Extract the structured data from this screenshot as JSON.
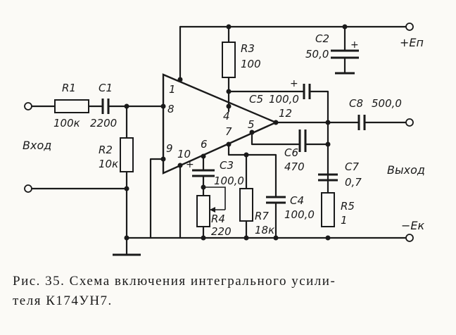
{
  "components": {
    "r1": {
      "ref": "R1",
      "value": "100к"
    },
    "c1": {
      "ref": "C1",
      "value": "2200"
    },
    "r2": {
      "ref": "R2",
      "value": "10к"
    },
    "r3": {
      "ref": "R3",
      "value": "100"
    },
    "c2": {
      "ref": "C2",
      "value": "50,0"
    },
    "c5": {
      "ref": "C5",
      "value": "100,0"
    },
    "c8": {
      "ref": "C8",
      "value": "500,0"
    },
    "c6": {
      "ref": "C6",
      "value": "470"
    },
    "c7": {
      "ref": "C7",
      "value": "0,7"
    },
    "r5": {
      "ref": "R5",
      "value": "1"
    },
    "c3": {
      "ref": "C3",
      "value": "100,0"
    },
    "r4": {
      "ref": "R4",
      "value": "220"
    },
    "r7": {
      "ref": "R7",
      "value": "18к"
    },
    "c4": {
      "ref": "C4",
      "value": "100,0"
    }
  },
  "pins": [
    "1",
    "4",
    "8",
    "9",
    "10",
    "6",
    "7",
    "5",
    "12"
  ],
  "ports": {
    "input": "Вход",
    "output": "Выход",
    "supply_pos": "+Eп",
    "supply_neg": "−Eк"
  },
  "polarity_mark": "+",
  "caption": {
    "line1": "Рис. 35. Схема включения интегрального усили-",
    "line2": "теля К174УН7."
  }
}
